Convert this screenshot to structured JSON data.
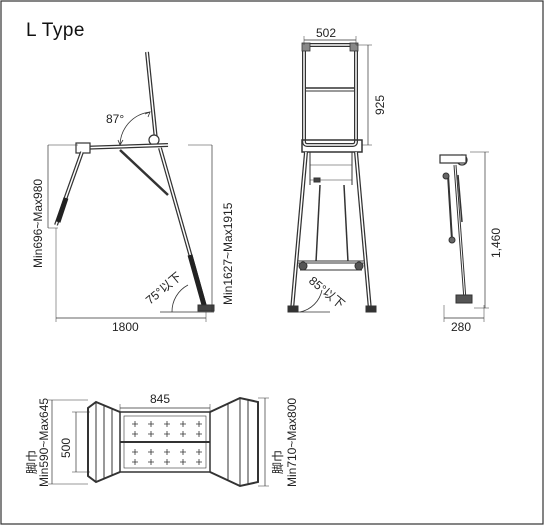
{
  "title": "L Type",
  "side_view": {
    "angle_top": "87°",
    "height_left": "Min696~Max980",
    "height_right": "Min1627~Max1915",
    "angle_bottom": "75°以下",
    "width_bottom": "1800"
  },
  "front_view": {
    "top_width": "502",
    "top_height": "925",
    "angle_bottom": "85°以下"
  },
  "folded_view": {
    "height": "1,460",
    "depth": "280"
  },
  "top_view": {
    "width": "845",
    "inner": "500",
    "leg_left_title": "脚巾",
    "leg_left": "Min590~Max645",
    "leg_right_title": "脚巾",
    "leg_right": "Min710~Max800"
  }
}
